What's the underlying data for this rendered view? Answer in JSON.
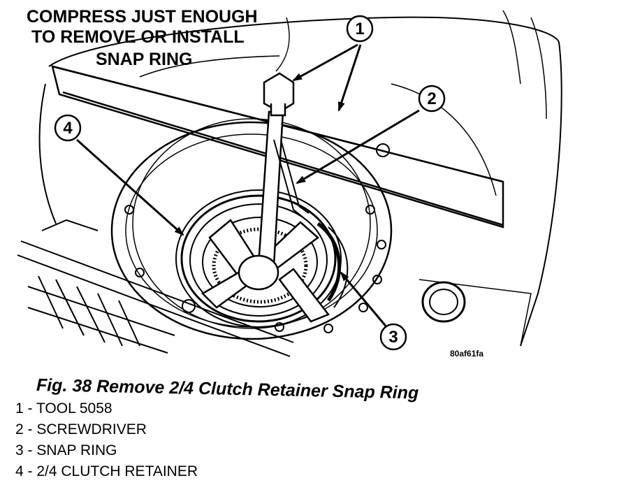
{
  "callout": {
    "line1": "COMPRESS JUST ENOUGH",
    "line2": "TO REMOVE OR INSTALL",
    "line3": "SNAP RING"
  },
  "callout_numbers": [
    "1",
    "2",
    "3",
    "4"
  ],
  "figure_code": "80af61fa",
  "caption": "Fig. 38 Remove 2/4 Clutch Retainer Snap Ring",
  "legend": [
    {
      "number": "1",
      "label": "TOOL 5058"
    },
    {
      "number": "2",
      "label": "SCREWDRIVER"
    },
    {
      "number": "3",
      "label": "SNAP RING"
    },
    {
      "number": "4",
      "label": "2/4 CLUTCH RETAINER"
    }
  ]
}
